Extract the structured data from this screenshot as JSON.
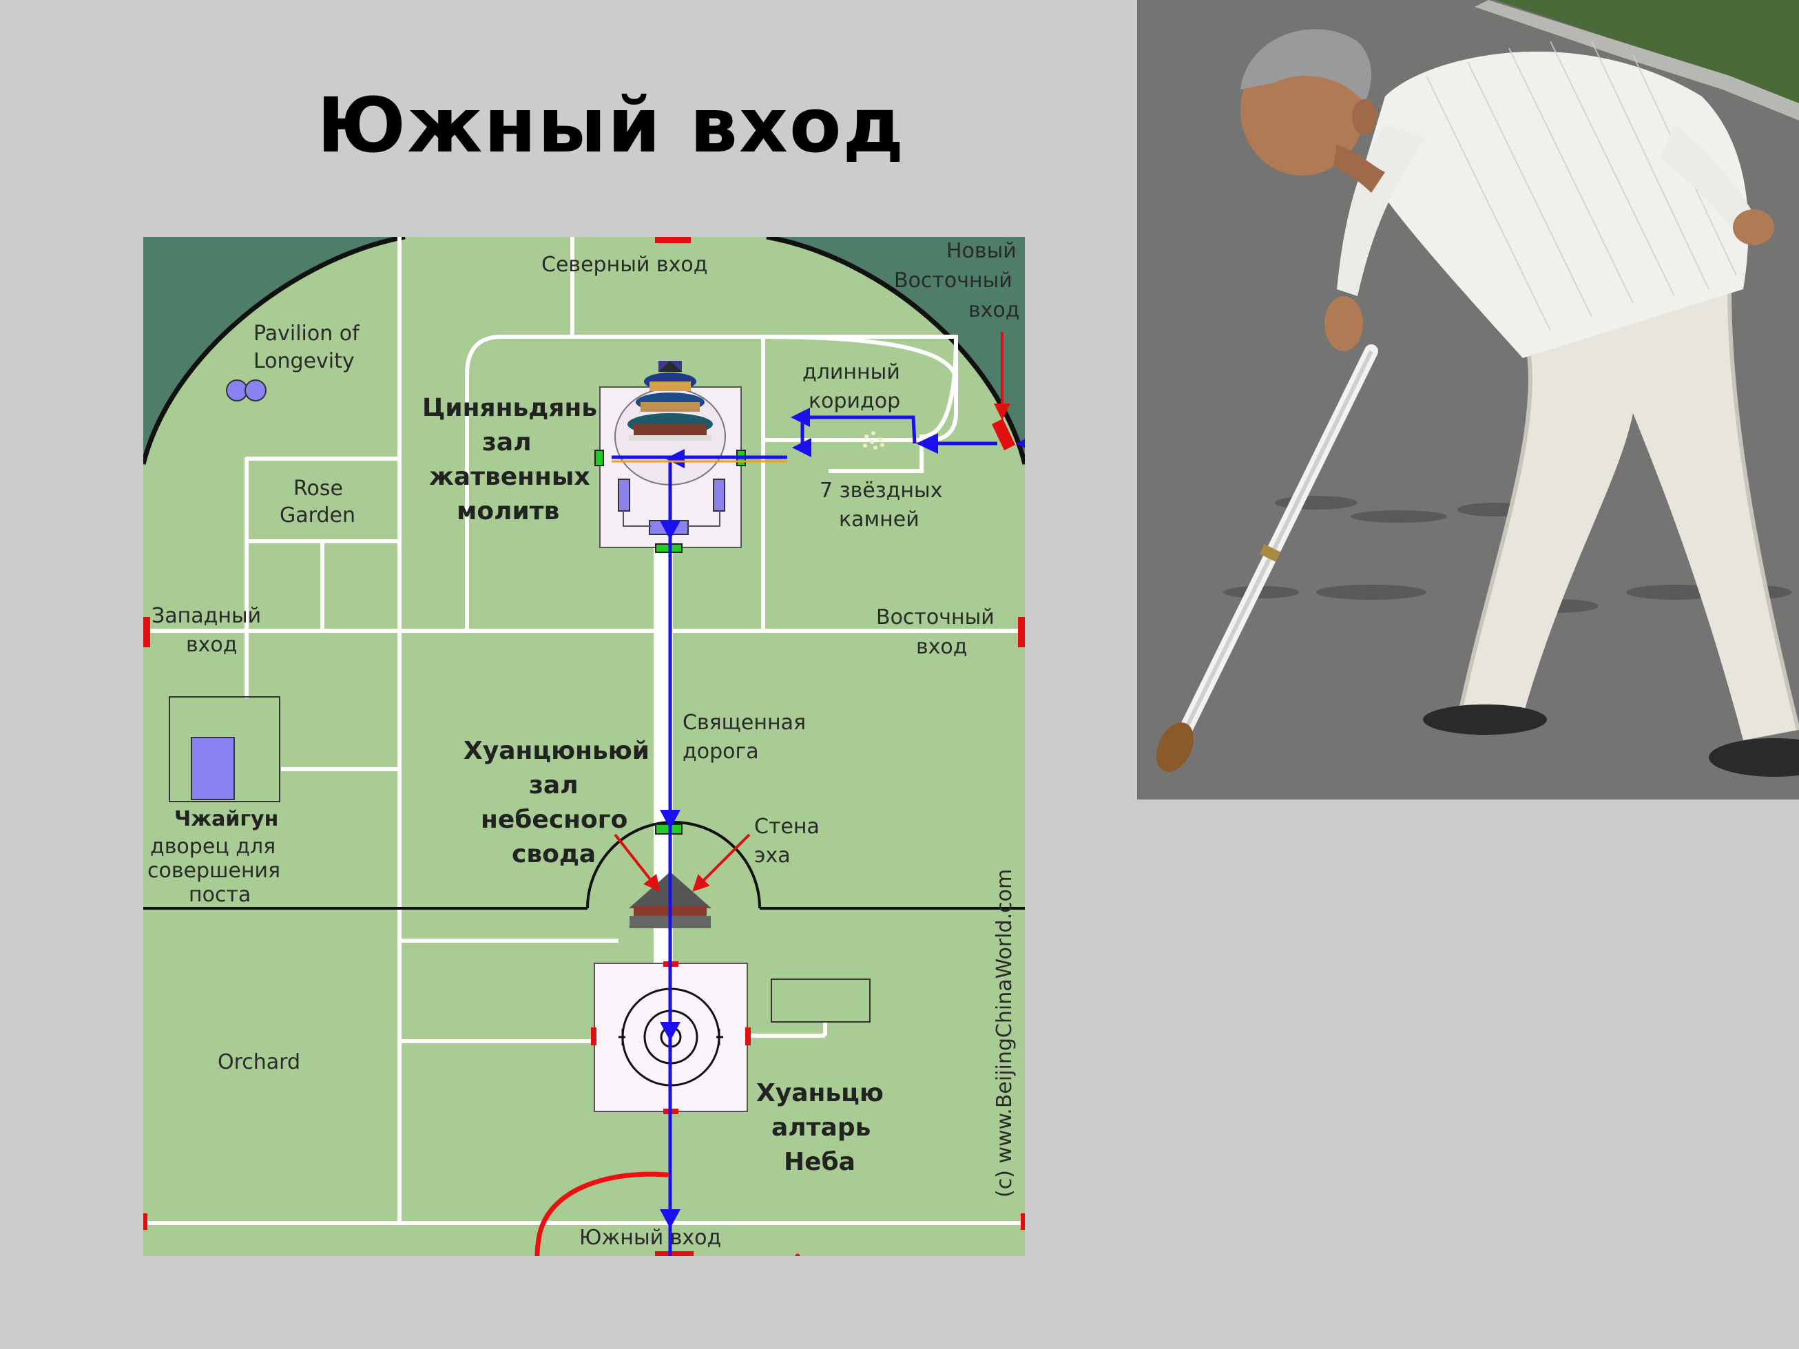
{
  "slide": {
    "title": "Южный вход"
  },
  "map": {
    "labels": {
      "north_entrance": "Северный вход",
      "new_east_entrance": [
        "Новый",
        "Восточный",
        "вход"
      ],
      "pavilion": [
        "Pavilion of",
        "Longevity"
      ],
      "rose_garden": [
        "Rose",
        "Garden"
      ],
      "qiniandian": [
        "Циняньдянь",
        "зал",
        "жатвенных",
        "молитв"
      ],
      "long_corridor": [
        "длинный",
        "коридор"
      ],
      "seven_stars": [
        "7 звёздных",
        "камней"
      ],
      "west_entrance": [
        "Западный",
        "вход"
      ],
      "east_entrance": [
        "Восточный",
        "вход"
      ],
      "sacred_way": [
        "Священная",
        "дорога"
      ],
      "huangqiongyu": [
        "Хуанцюньюй",
        "зал",
        "небесного",
        "свода"
      ],
      "echo_wall": [
        "Стена",
        "эха"
      ],
      "zhaigong": "Чжайгун",
      "zhaigong_desc": [
        "дворец для",
        "совершения",
        "поста"
      ],
      "orchard": "Orchard",
      "huanqiu": [
        "Хуаньцю",
        "алтарь",
        "Неба"
      ],
      "south_entrance": "Южный вход",
      "watermark": "(c) www.BeijingChinaWorld.com"
    },
    "colors": {
      "park_green": "#a8cc94",
      "outer_dark": "#4e7d6a",
      "route_blue": "#1a10ee",
      "marker_red": "#e01010",
      "gate_green": "#22cc22",
      "building_purple": "#8a82f0"
    }
  },
  "photo": {
    "subject": "calligrapher-writing-with-water-brush"
  }
}
